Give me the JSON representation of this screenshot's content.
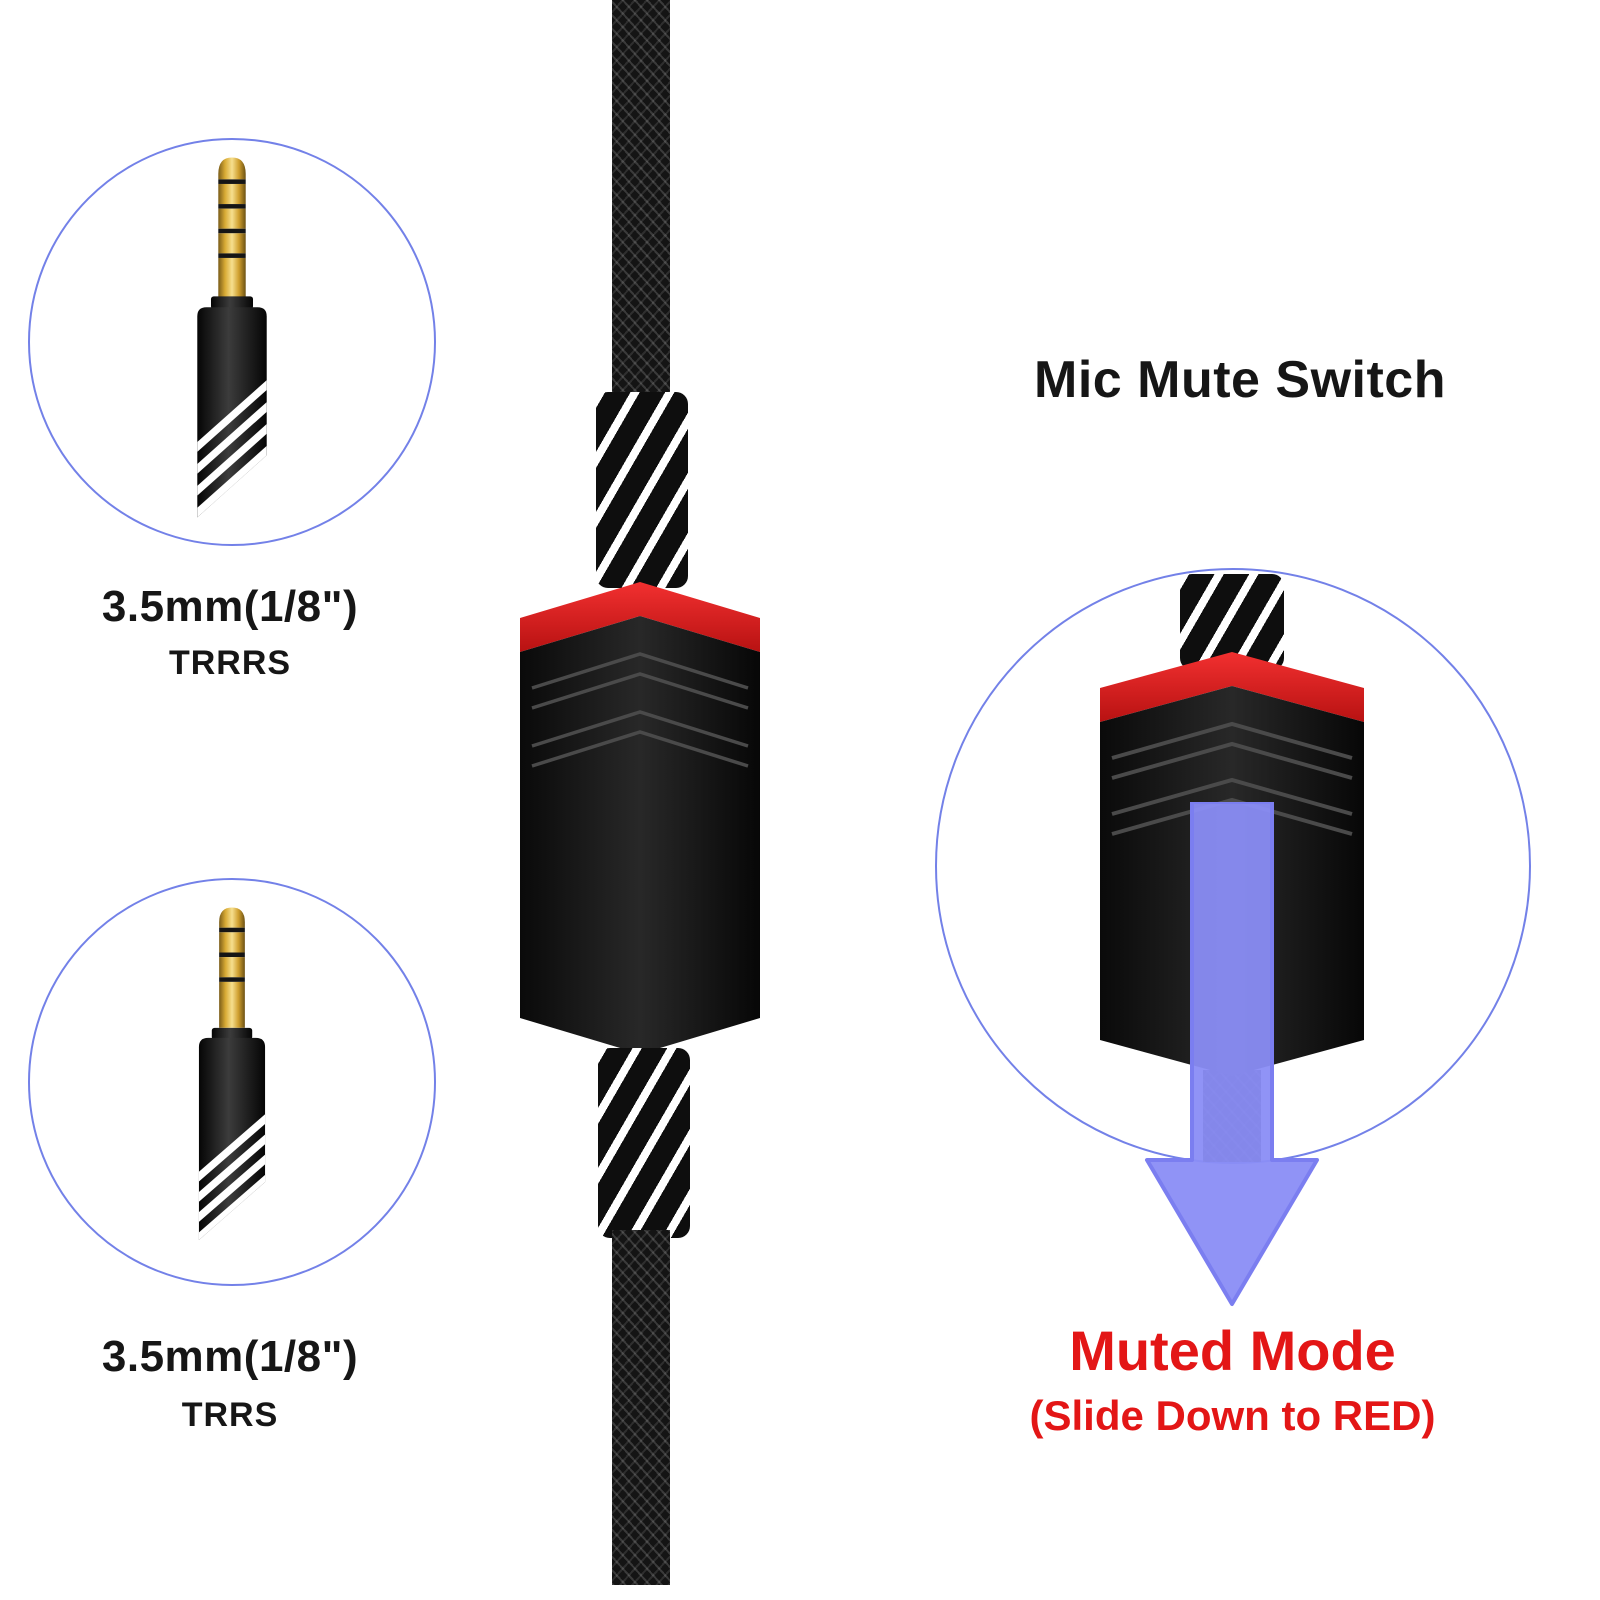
{
  "page": {
    "background": "#ffffff"
  },
  "left_panel": {
    "top": {
      "size_label": "3.5mm(1/8\")",
      "type_label": "TRRRS",
      "icon": "trrrs-audio-plug-icon"
    },
    "bottom": {
      "size_label": "3.5mm(1/8\")",
      "type_label": "TRRS",
      "icon": "trrs-audio-plug-icon"
    }
  },
  "center": {
    "cable_icon": "braided-cable",
    "spiral_icon": "spiral-strain-relief-wrap",
    "switch_icon": "inline-mic-mute-switch"
  },
  "right_panel": {
    "title": "Mic Mute Switch",
    "zoom_icon": "mute-switch-closeup",
    "arrow_icon": "down-arrow",
    "muted_heading": "Muted Mode",
    "muted_note": "(Slide Down to RED)"
  },
  "colors": {
    "circle_stroke": "#7381e8",
    "switch_red": "#df2020",
    "arrow_blue": "#8a8df6",
    "text_red": "#e31616",
    "text_dark": "#161616",
    "cable_black": "#141414",
    "plug_gold": "#e0b64a"
  }
}
